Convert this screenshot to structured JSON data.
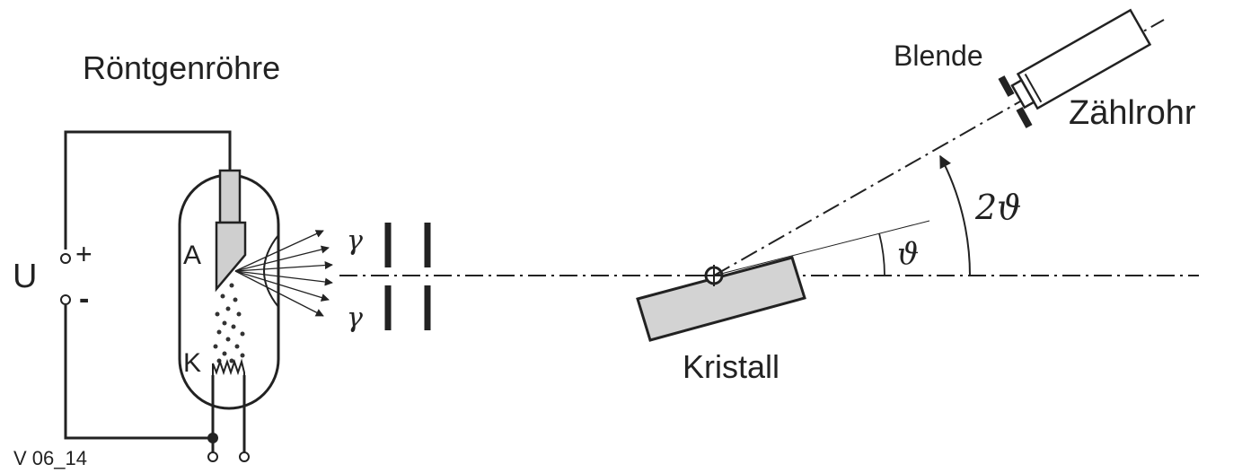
{
  "labels": {
    "tube_title": "Röntgenröhre",
    "voltage": "U",
    "plus": "+",
    "minus": "-",
    "anode": "A",
    "cathode": "K",
    "gamma_top": "γ",
    "gamma_bottom": "γ",
    "crystal": "Kristall",
    "aperture": "Blende",
    "counter": "Zählrohr",
    "theta": "ϑ",
    "two_theta": "2ϑ",
    "figure_id": "V 06_14"
  },
  "colors": {
    "line": "#222222",
    "crystal_fill": "#d3d3d3",
    "anode_fill": "#cfcfcf",
    "background": "#ffffff"
  }
}
